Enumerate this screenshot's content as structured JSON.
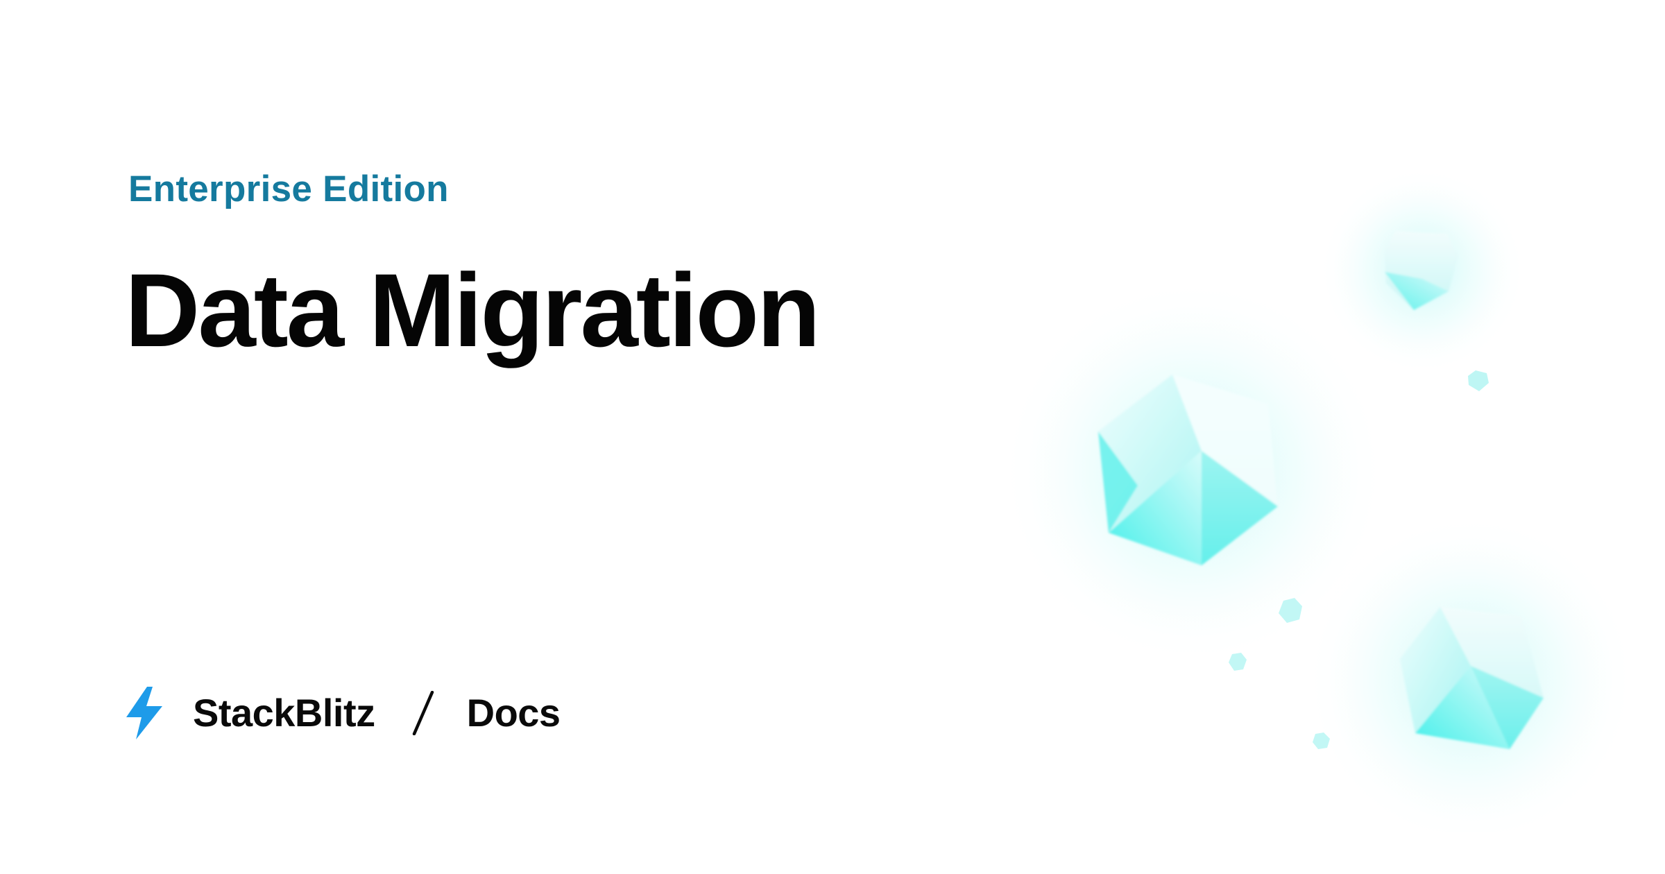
{
  "header": {
    "eyebrow": "Enterprise Edition",
    "title": "Data Migration"
  },
  "footer": {
    "logo_icon": "lightning-bolt-icon",
    "brand": "StackBlitz",
    "separator_icon": "slash-icon",
    "section": "Docs"
  },
  "colors": {
    "accent": "#157a9e",
    "logo": "#1e9be9",
    "text": "#050505",
    "crystal": "#5ff2ee"
  }
}
